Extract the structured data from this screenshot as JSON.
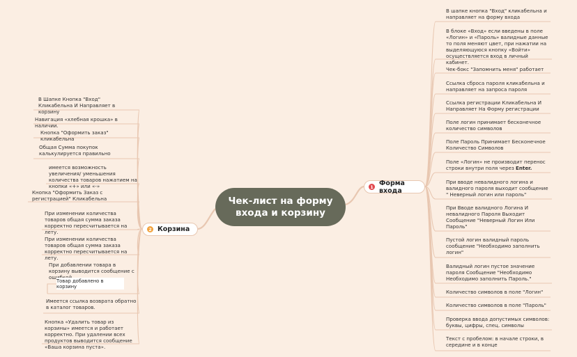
{
  "root": {
    "title": "Чек-лист на форму входа и корзину"
  },
  "branches": {
    "login": {
      "number": "1",
      "label": "Форма входа",
      "badge_color": "#e1474d"
    },
    "cart": {
      "number": "2",
      "label": "Корзина",
      "badge_color": "#f2a13b"
    }
  },
  "login_items": [
    "В шапке кнопка \"Вход\"  кликабельна и направляет на форму входа",
    "В блоке «Вход» если введены в поле «Логин» и «Пароль» валидные данные то поля меняют цвет, при нажатии на выделяющуюся кнопку «Войти» осуществляется вход в личный кабинет.",
    "Чек-бокс \"Запомнить меня\" работает",
    "Ссылка сброса пароля кликабельна и направляет на запроса пароля",
    "Ссылка регистрации Кликабельна И Направляет На Форму регистрации",
    "Поле логин принимает бесконечное количество символов",
    "Поле Пароль Принимает Бесконечное Количество Символов",
    "Поле «Логин» не производит перенос строки внутри поля через ",
    "При вводе невалидного логина и валидного пароля выходит сообщение \" Неверный логин или пароль\"",
    "При Вводе валидного Логина И невалидного Пароля Выходит Сообщение \"Неверный Логин Или Пароль\"",
    "Пустой логин валидный пароль сообщение \"Необходимо заполнить логин\"",
    "Валидный логин пустое значение пароля Сообщение \"Необходимо Необходимо заполнить Пароль.\"",
    "Количество символов  в поле \"Логин\"",
    "Количество символов в  поле \"Пароль\"",
    "Проверка ввода допустимых символов: буквы, цифры, спец. символы",
    "Текст с пробелом: в начале строки, в середине и в конце"
  ],
  "login_enter_key": "Enter.",
  "cart_items": [
    "В Шапке Кнопка \"Вход\"  Кликабельна И Направляет в корзину",
    "Навигация «хлебная крошка» в наличии.",
    "Кнопка \"Оформить заказ\" кликабельна",
    "Общая Сумма покупок калькулируется правильно",
    "имеется возможность увеличения/ уменьшения количества товаров нажатием на кнопки «+» или «-»",
    "Кнопка \"Оформить Заказ с регистрацией\" Кликабельна",
    "При изменении количества товаров общая сумма заказа корректно пересчитывается на лету.",
    "При изменении количества товаров общая сумма заказа корректно пересчитывается на лету.",
    "При добавлении товара в корзину выводится  сообщение с ошибкой",
    "Имеется ссылка возврата обратно в каталог товаров.",
    "Кнопка «Удалить товар из корзины» имеется и работает корректно. При удалении всех продуктов выводится сообщение «Ваша корзина пуста»."
  ],
  "cart_subitem": "Товар добавлено в корзину",
  "colors": {
    "background": "#fbeee3",
    "root_fill": "#676a5a",
    "link": "#e8c7b1"
  }
}
